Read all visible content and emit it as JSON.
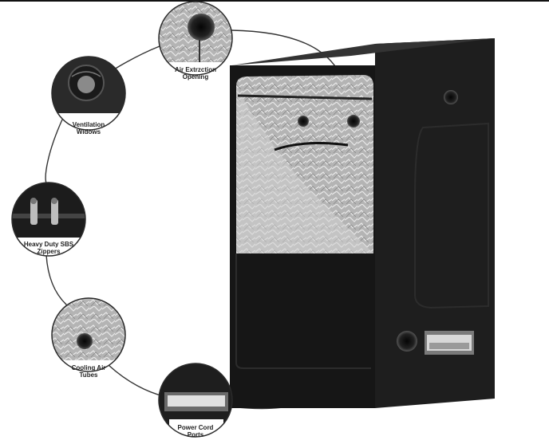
{
  "colors": {
    "tent_body": "#1a1a1a",
    "tent_edge": "#2e2e2e",
    "reflective_lining": "#b8b8b8",
    "callout_border": "#2a2a2a",
    "background": "#ffffff"
  },
  "callouts": [
    {
      "id": "air-extraction",
      "label": "Air Extrzction\nOpening",
      "icon": "air-extraction-port-icon"
    },
    {
      "id": "ventilation",
      "label": "Ventilation\nWidows",
      "icon": "ventilation-window-icon"
    },
    {
      "id": "zippers",
      "label": "Heavy Duty SBS\nZippers",
      "icon": "zipper-icon"
    },
    {
      "id": "cooling",
      "label": "Cooling Air\nTubes",
      "icon": "cooling-tube-icon"
    },
    {
      "id": "power-cord",
      "label": "Power Cord\nPorts",
      "icon": "power-cord-port-icon"
    }
  ],
  "product": {
    "icon": "grow-tent-illustration"
  }
}
